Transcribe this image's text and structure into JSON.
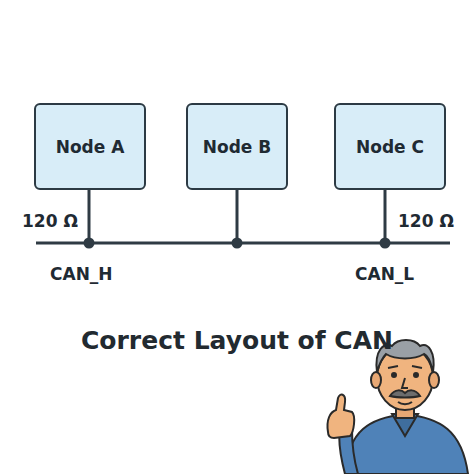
{
  "diagram": {
    "title": "Correct Layout of CAN",
    "nodes": [
      {
        "text": [
          "Node A"
        ]
      },
      {
        "text": [
          "Node B"
        ]
      },
      {
        "text": [
          "Node C"
        ]
      }
    ],
    "labels": [
      "120 Ω",
      "120 Ω",
      "CAN_H",
      "CAN_L"
    ]
  }
}
